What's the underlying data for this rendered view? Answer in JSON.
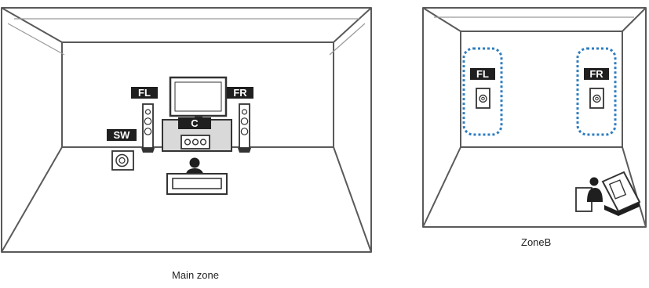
{
  "main_zone": {
    "caption": "Main zone",
    "speakers": {
      "fl": "FL",
      "fr": "FR",
      "c": "C",
      "sw": "SW"
    }
  },
  "zone_b": {
    "caption": "ZoneB",
    "speakers": {
      "fl": "FL",
      "fr": "FR"
    }
  },
  "colors": {
    "wall_stroke": "#5a5a5a",
    "label_bg": "#1f1f1f",
    "dotted_highlight": "#2e7dc1",
    "furniture_fill": "#d9d9d9"
  }
}
